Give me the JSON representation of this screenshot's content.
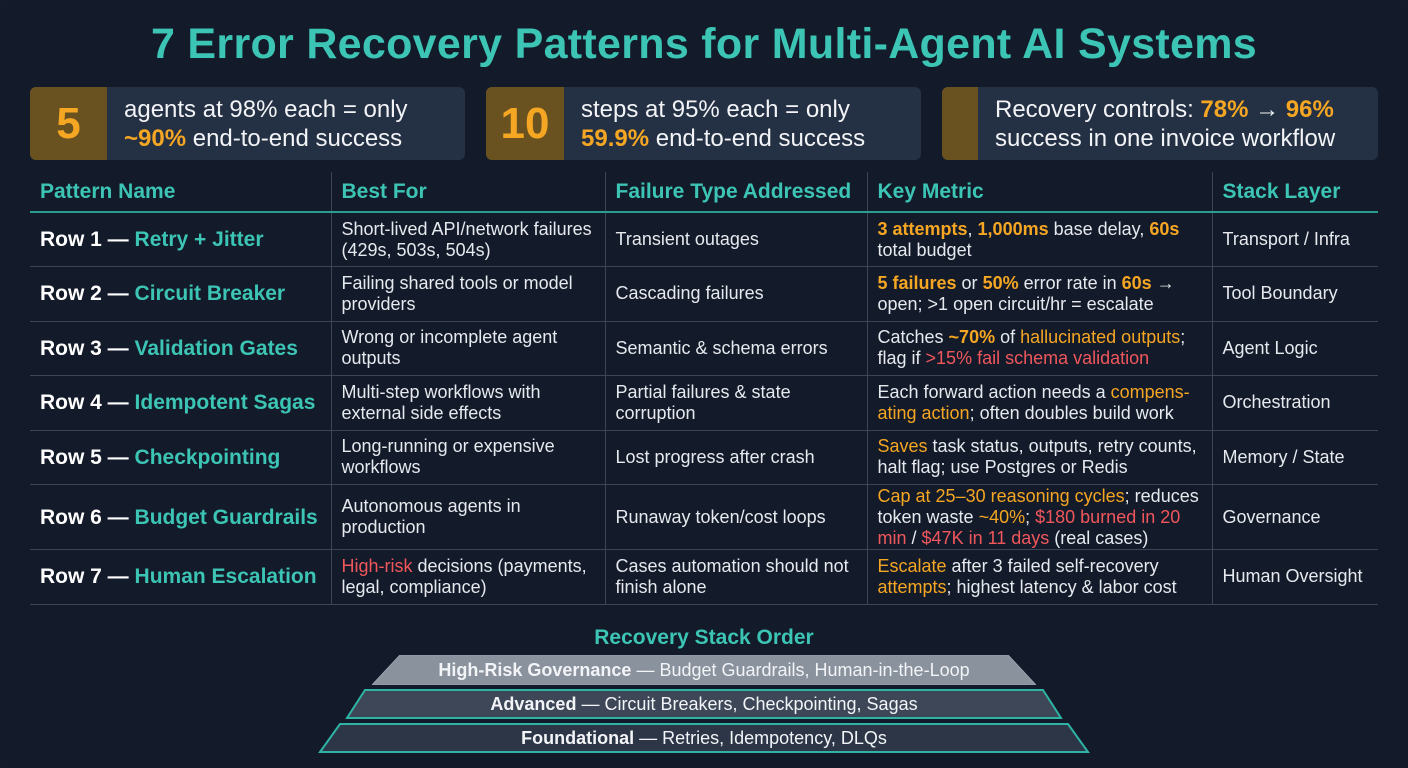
{
  "title": "7 Error Recovery Patterns for Multi-Agent AI Systems",
  "stats": [
    {
      "num": "5",
      "line1": "agents at 98% each = only",
      "line2_hl": "~90%",
      "line2_rest": " end-to-end success"
    },
    {
      "num": "10",
      "line1": "steps at 95% each = only",
      "line2_hl": "59.9%",
      "line2_rest": " end-to-end success"
    },
    {
      "num": "",
      "line1_pre": "Recovery controls: ",
      "line1_hl1": "78%",
      "line1_arrow": " → ",
      "line1_hl2": "96%",
      "line2": "success in one invoice workflow"
    }
  ],
  "columns": [
    "Pattern Name",
    "Best For",
    "Failure Type Addressed",
    "Key Metric",
    "Stack Layer"
  ],
  "rows": [
    {
      "row": "Row 1 —",
      "name": "Retry + Jitter",
      "best_for": "Short-lived API/network failures (429s, 503s, 504s)",
      "failure": "Transient outages",
      "metric": [
        {
          "t": "3 attempts",
          "s": "hl"
        },
        {
          "t": ", ",
          "s": ""
        },
        {
          "t": "1,000ms",
          "s": "hl"
        },
        {
          "t": " base delay, ",
          "s": ""
        },
        {
          "t": "60s",
          "s": "hl"
        },
        {
          "t": " total budget",
          "s": ""
        }
      ],
      "layer": "Transport / Infra"
    },
    {
      "row": "Row 2 —",
      "name": "Circuit Breaker",
      "best_for": "Failing shared tools or model providers",
      "failure": "Cascading failures",
      "metric": [
        {
          "t": "5 failures",
          "s": "hl"
        },
        {
          "t": " or ",
          "s": ""
        },
        {
          "t": "50%",
          "s": "hl"
        },
        {
          "t": " error rate in ",
          "s": ""
        },
        {
          "t": "60s",
          "s": "hl"
        },
        {
          "t": " → open; >1 open circuit/hr = escalate",
          "s": ""
        }
      ],
      "layer": "Tool Boundary"
    },
    {
      "row": "Row 3 —",
      "name": "Validation Gates",
      "best_for": "Wrong or incomplete agent outputs",
      "failure": "Semantic & schema errors",
      "metric": [
        {
          "t": "Catches ",
          "s": ""
        },
        {
          "t": "~70%",
          "s": "hl"
        },
        {
          "t": " of ",
          "s": ""
        },
        {
          "t": "hallucinated outputs",
          "s": "hl2"
        },
        {
          "t": "; flag if ",
          "s": ""
        },
        {
          "t": ">15% fail schema validation",
          "s": "red"
        }
      ],
      "layer": "Agent Logic"
    },
    {
      "row": "Row 4 —",
      "name": "Idempotent Sagas",
      "best_for": "Multi-step workflows with external side effects",
      "failure": "Partial failures & state corruption",
      "metric": [
        {
          "t": "Each forward action needs a ",
          "s": ""
        },
        {
          "t": "compens-ating action",
          "s": "hl2"
        },
        {
          "t": "; often doubles build work",
          "s": ""
        }
      ],
      "layer": "Orchestration"
    },
    {
      "row": "Row 5 —",
      "name": "Checkpointing",
      "best_for": "Long-running or expensive workflows",
      "failure": "Lost progress after crash",
      "metric": [
        {
          "t": "Saves",
          "s": "hl2"
        },
        {
          "t": " task status, outputs, retry counts, halt flag; use Postgres or Redis",
          "s": ""
        }
      ],
      "layer": "Memory / State"
    },
    {
      "row": "Row 6 —",
      "name": "Budget Guardrails",
      "best_for": "Autonomous agents in production",
      "failure": "Runaway token/cost loops",
      "metric": [
        {
          "t": "Cap at ",
          "s": "hl2"
        },
        {
          "t": "25–30 reasoning cycles",
          "s": "hl2"
        },
        {
          "t": "; reduces token waste ",
          "s": ""
        },
        {
          "t": "~40%",
          "s": "hl2"
        },
        {
          "t": "; ",
          "s": ""
        },
        {
          "t": "$180 burned in 20 min",
          "s": "red"
        },
        {
          "t": " / ",
          "s": ""
        },
        {
          "t": "$47K in 11 days",
          "s": "red"
        },
        {
          "t": " (real cases)",
          "s": ""
        }
      ],
      "layer": "Governance"
    },
    {
      "row": "Row 7 —",
      "name": "Human Escalation",
      "best_for_hl": "High-risk",
      "best_for": " decisions (payments, legal, compliance)",
      "failure": "Cases automation should not finish alone",
      "metric": [
        {
          "t": "Escalate",
          "s": "hl2"
        },
        {
          "t": " after 3 failed self-recovery ",
          "s": ""
        },
        {
          "t": "attempts",
          "s": "hl2"
        },
        {
          "t": "; highest latency & labor cost",
          "s": ""
        }
      ],
      "layer": "Human Oversight"
    }
  ],
  "stack": {
    "title": "Recovery Stack Order",
    "tiers": [
      {
        "bold": "High-Risk Governance",
        "rest": " — Budget Guardrails, Human-in-the-Loop"
      },
      {
        "bold": "Advanced",
        "rest": " — Circuit Breakers, Checkpointing, Sagas"
      },
      {
        "bold": "Foundational",
        "rest": " — Retries, Idempotency, DLQs"
      }
    ]
  },
  "colors": {
    "accent": "#3cc4b4",
    "highlight": "#f5a623",
    "alert": "#f0575c",
    "background": "#131a29"
  }
}
